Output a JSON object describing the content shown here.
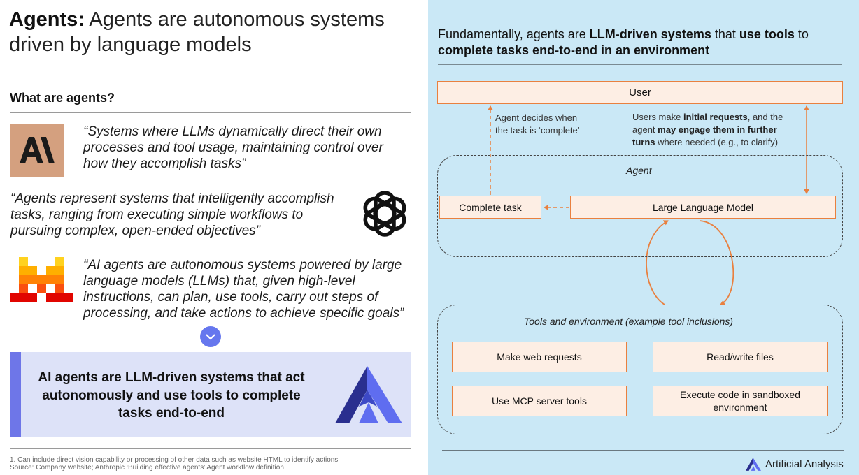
{
  "left": {
    "title_bold": "Agents:",
    "title_line1_rest": "Agents are autonomous systems",
    "title_line2": "driven by language models",
    "section_heading": "What are agents?",
    "quote_anthropic": [
      "“Systems where LLMs dynamically direct their own",
      "processes and tool usage, maintaining control over",
      "how they accomplish tasks”"
    ],
    "quote_openai": [
      "“Agents represent systems that intelligently accomplish",
      "tasks, ranging from executing simple workflows to",
      "pursuing complex, open-ended objectives”"
    ],
    "quote_mistral": [
      "“AI agents are autonomous systems powered by large",
      "language models (LLMs) that, given high-level",
      "instructions, can plan, use tools, carry out steps of",
      "processing, and take actions to achieve specific goals”"
    ],
    "summary": [
      "AI agents are LLM-driven systems that act",
      "autonomously and use tools to complete",
      "tasks end-to-end"
    ],
    "footnote1": "1. Can include direct vision capability or processing of other data such as website HTML to identify actions",
    "footnote2": "Source: Company website; Anthropic ‘Building effective agents’ Agent workflow definition"
  },
  "right": {
    "heading_line1_a": "Fundamentally, agents are ",
    "heading_line1_b": "LLM-driven systems",
    "heading_line1_c": " that ",
    "heading_line1_d": "use tools",
    "heading_line1_e": " to",
    "heading_line2": "complete tasks end-to-end in an environment",
    "user_box": "User",
    "note_left": [
      "Agent decides when",
      "the task is ‘complete’"
    ],
    "note_right_1a": "Users make ",
    "note_right_1b": "initial requests",
    "note_right_1c": ", and the",
    "note_right_2a": "agent ",
    "note_right_2b": "may engage them in further",
    "note_right_3a": "turns",
    "note_right_3b": " where needed (e.g., to clarify)",
    "agent_label": "Agent",
    "complete_task": "Complete task",
    "llm_box": "Large Language Model",
    "tools_label": "Tools and environment (example tool inclusions)",
    "tool_1": "Make web requests",
    "tool_2": "Read/write files",
    "tool_3": "Use MCP server tools",
    "tool_4": "Execute code in sandboxed environment",
    "brand": "Artificial Analysis"
  },
  "colors": {
    "accent_orange": "#e9803f",
    "summary_bar": "#6e76e8",
    "right_bg": "#cae8f6"
  }
}
